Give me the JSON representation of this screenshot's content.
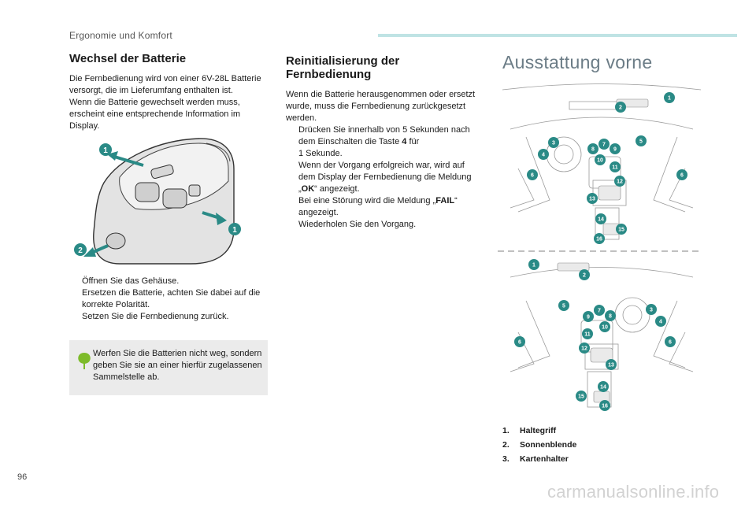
{
  "header": {
    "section": "Ergonomie und Komfort"
  },
  "battery": {
    "title": "Wechsel der Batterie",
    "intro_1": "Die Fernbedienung wird von einer 6V-28L Batterie versorgt, die im Lieferumfang enthalten ist.",
    "intro_2": "Wenn die Batterie gewechselt werden muss, erscheint eine entsprechende Information im Display.",
    "figure_labels": [
      "1",
      "1",
      "2"
    ],
    "steps": [
      "Öffnen Sie das Gehäuse.",
      "Ersetzen die Batterie, achten Sie dabei auf die korrekte Polarität.",
      "Setzen Sie die Fernbedienung zurück."
    ],
    "tip": "Werfen Sie die Batterien nicht weg, sondern geben Sie sie an einer hierfür zugelassenen Sammelstelle ab."
  },
  "reinit": {
    "title_line1": "Reinitialisierung der",
    "title_line2": "Fernbedienung",
    "intro": "Wenn die Batterie herausgenommen oder ersetzt wurde, muss die Fernbedienung zurückgesetzt werden.",
    "step1_a": "Drücken Sie innerhalb von 5 Sekunden nach dem Einschalten die Taste",
    "step1_key": "4",
    "step1_b": "für",
    "step1_c": "1 Sekunde.",
    "step1_d": "Wenn der Vorgang erfolgreich war, wird auf dem Display der Fernbedienung die Meldung „",
    "ok": "OK",
    "step1_e": "“ angezeigt.",
    "step1_f": "Bei eine Störung wird die Meldung „",
    "fail": "FAIL",
    "step1_g": "“ angezeigt.",
    "step2": "Wiederholen Sie den Vorgang."
  },
  "equipment": {
    "title": "Ausstattung vorne",
    "figure1_labels": [
      "1",
      "2",
      "3",
      "4",
      "5",
      "6",
      "6",
      "7",
      "8",
      "9",
      "10",
      "11",
      "12",
      "13",
      "14",
      "15",
      "16"
    ],
    "figure2_labels": [
      "1",
      "2",
      "3",
      "4",
      "5",
      "6",
      "6",
      "7",
      "8",
      "9",
      "10",
      "11",
      "12",
      "13",
      "14",
      "15",
      "16"
    ],
    "legend": [
      {
        "num": "1.",
        "label": "Haltegriff"
      },
      {
        "num": "2.",
        "label": "Sonnenblende"
      },
      {
        "num": "3.",
        "label": "Kartenhalter"
      }
    ]
  },
  "bullet_symbol": "",
  "page_number": "96",
  "watermark": "carmanualsonline.info",
  "colors": {
    "accent": "#2a8a86",
    "header_bar": "#bfe3e4",
    "tip_bg": "#ebebeb",
    "leaf": "#7dbb2a"
  }
}
